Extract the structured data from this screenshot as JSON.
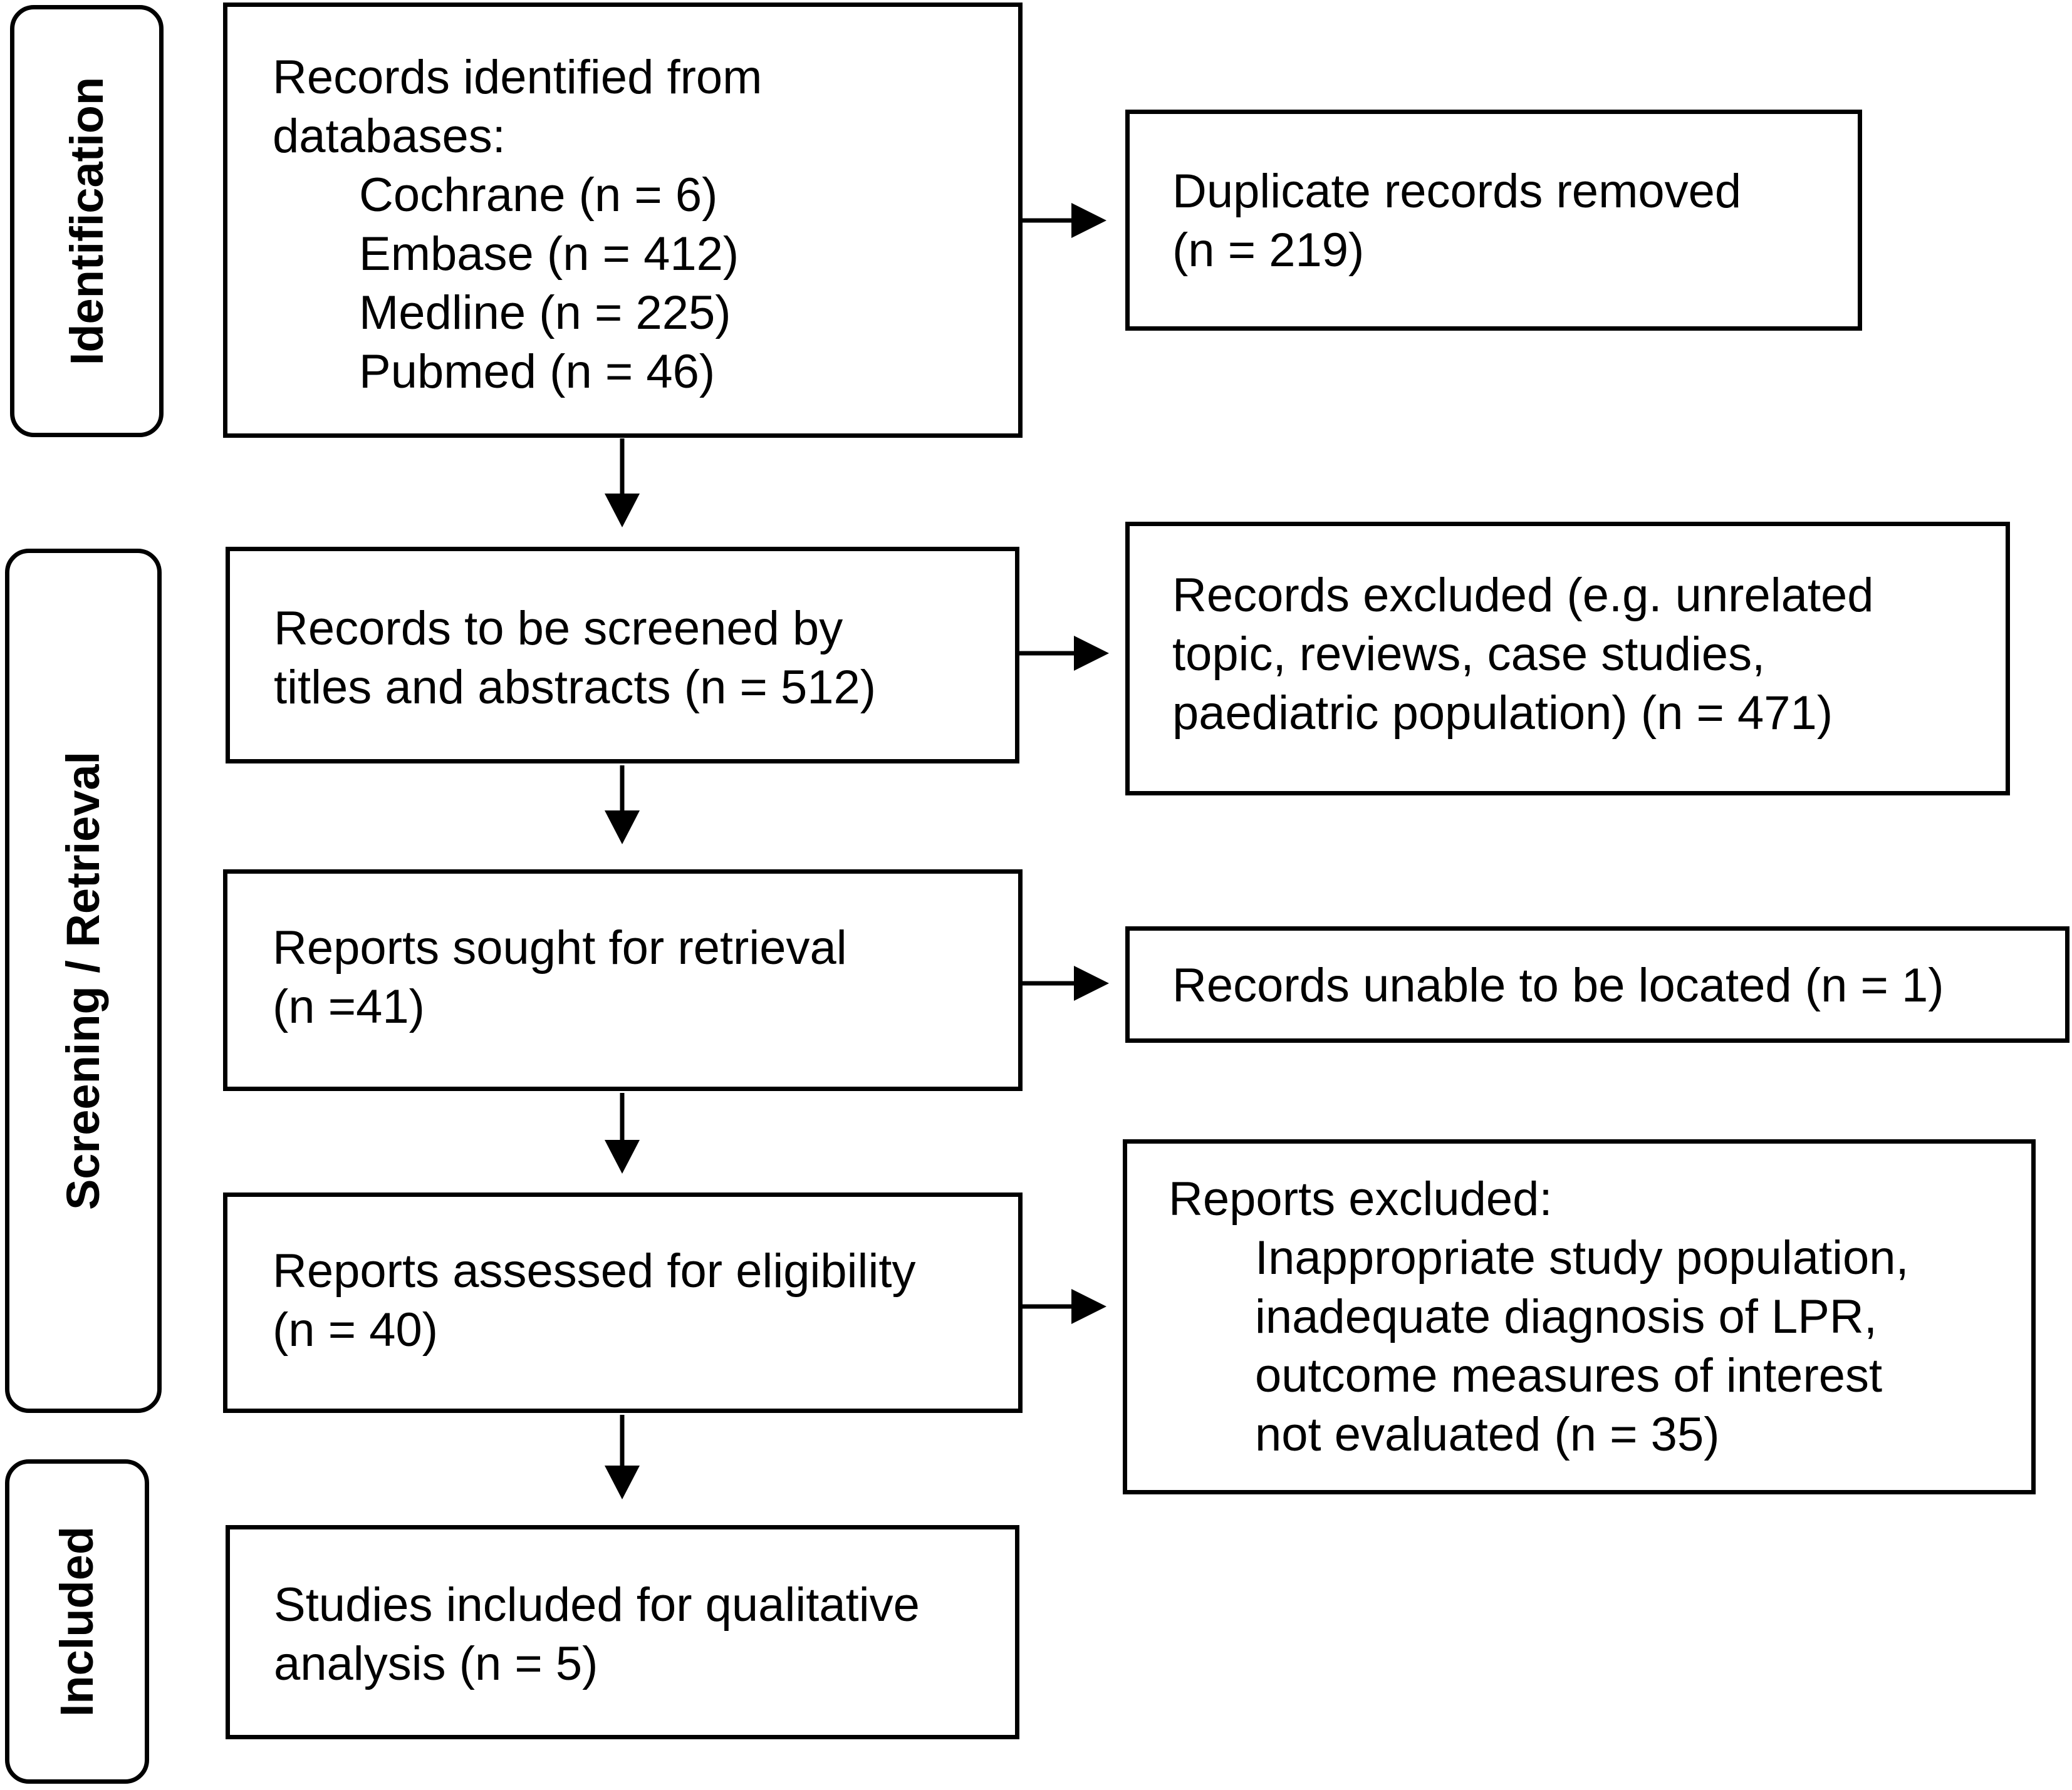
{
  "stages": {
    "identification": "Identification",
    "screening": "Screening / Retrieval",
    "included": "Included"
  },
  "identified": {
    "line1": "Records identified  from",
    "line2": "databases:",
    "sources": [
      "Cochrane (n = 6)",
      "Embase (n = 412)",
      "Medline  (n = 225)",
      "Pubmed (n = 46)"
    ]
  },
  "duplicates": {
    "line1": "Duplicate records removed",
    "line2": "(n = 219)"
  },
  "screened": {
    "line1": "Records to be screened by",
    "line2": "titles and abstracts (n = 512)"
  },
  "records_excluded": {
    "line1": "Records excluded (e.g. unrelated",
    "line2": "topic, reviews, case studies,",
    "line3": "paediatric population)  (n = 471)"
  },
  "sought": {
    "line1": "Reports sought for retrieval",
    "line2": "(n =41)"
  },
  "unable": {
    "line1": "Records unable to be located (n = 1)"
  },
  "assessed": {
    "line1": "Reports assessed for eligibility",
    "line2": "(n = 40)"
  },
  "reports_excluded": {
    "line1": "Reports excluded:",
    "reasons": [
      "Inappropriate  study population,",
      "inadequate diagnosis of LPR,",
      "outcome measures of interest",
      "not evaluated (n = 35)"
    ]
  },
  "included_studies": {
    "line1": "Studies included for qualitative",
    "line2": "analysis (n = 5)"
  }
}
